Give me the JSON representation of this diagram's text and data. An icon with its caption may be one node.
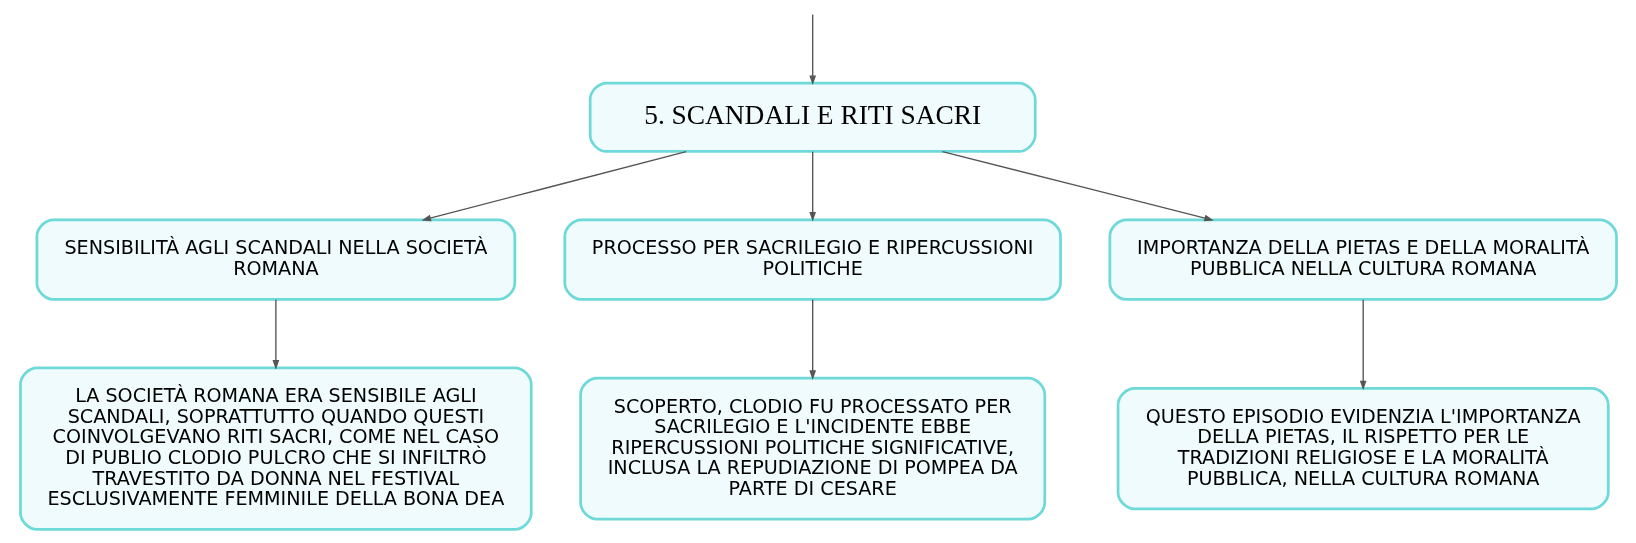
{
  "diagram": {
    "nodes": [
      {
        "text": [
          "5. SCANDALI E RITI SACRI"
        ]
      },
      {
        "text": [
          "SENSIBILITÀ AGLI SCANDALI NELLA SOCIETÀ ROMANA"
        ]
      },
      {
        "text": [
          "PROCESSO PER SACRILEGIO E RIPERCUSSIONI POLITICHE"
        ]
      },
      {
        "text": [
          "IMPORTANZA DELLA PIETAS E DELLA MORALITÀ PUBBLICA NELLA CULTURA ROMANA"
        ]
      },
      {
        "text": [
          "LA SOCIETÀ ROMANA ERA SENSIBILE AGLI SCANDALI, SOPRATTUTTO QUANDO QUESTI COINVOLGEVANO RITI SACRI, COME NEL CASO DI PUBLIO CLODIO PULCRO CHE SI INFILTRÒ TRAVESTITO DA DONNA NEL FESTIVAL ESCLUSIVAMENTE FEMMINILE DELLA BONA DEA"
        ]
      },
      {
        "text": [
          "SCOPERTO, CLODIO FU PROCESSATO PER SACRILEGIO E L'INCIDENTE EBBE RIPERCUSSIONI POLITICHE SIGNIFICATIVE, INCLUSA LA REPUDIAZIONE DI POMPEA DA PARTE DI CESARE"
        ]
      },
      {
        "text": [
          "QUESTO EPISODIO EVIDENZIA L'IMPORTANZA DELLA PIETAS, IL RISPETTO PER LE TRADIZIONI RELIGIOSE E LA MORALITÀ PUBBLICA, NELLA CULTURA ROMANA"
        ]
      }
    ],
    "edges": [
      {
        "from": null,
        "to": 0,
        "arrow": "to"
      },
      {
        "from": 0,
        "to": 1,
        "arrow": "to"
      },
      {
        "from": 0,
        "to": 2,
        "arrow": "to"
      },
      {
        "from": 0,
        "to": 3,
        "arrow": "to"
      },
      {
        "from": 1,
        "to": 4,
        "arrow": "to"
      },
      {
        "from": 2,
        "to": 5,
        "arrow": "to"
      },
      {
        "from": 3,
        "to": 6,
        "arrow": "to"
      }
    ]
  }
}
